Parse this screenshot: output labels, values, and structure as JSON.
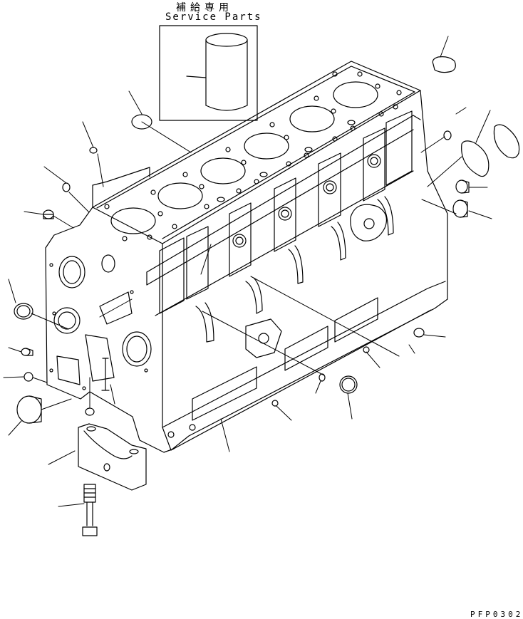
{
  "service_parts": {
    "title_jp": "補給専用",
    "title_en": "Service Parts"
  },
  "drawing_code": "PFP0302"
}
